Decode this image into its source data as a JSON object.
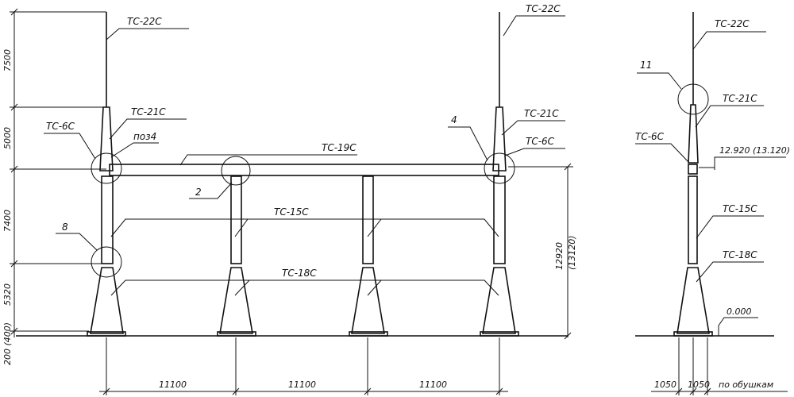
{
  "labels": {
    "tc22c": "ТС-22С",
    "tc21c": "ТС-21С",
    "tc6c": "ТС-6С",
    "tc19c": "ТС-19С",
    "tc15c": "ТС-15С",
    "tc18c": "ТС-18С",
    "pos4_text": "поз4",
    "callout_2": "2",
    "callout_4": "4",
    "callout_8": "8",
    "callout_11": "11",
    "elev_top": "12.920 (13.120)",
    "elev_zero": "0.000",
    "by_rods": "по обушкам"
  },
  "dims": {
    "v7500": "7500",
    "v5000": "5000",
    "v7400": "7400",
    "v5320": "5320",
    "v200": "200 (400)",
    "total": "12920",
    "total_alt": "(13120)",
    "span1": "11100",
    "span2": "11100",
    "span3": "11100",
    "side1": "1050",
    "side2": "1050"
  }
}
